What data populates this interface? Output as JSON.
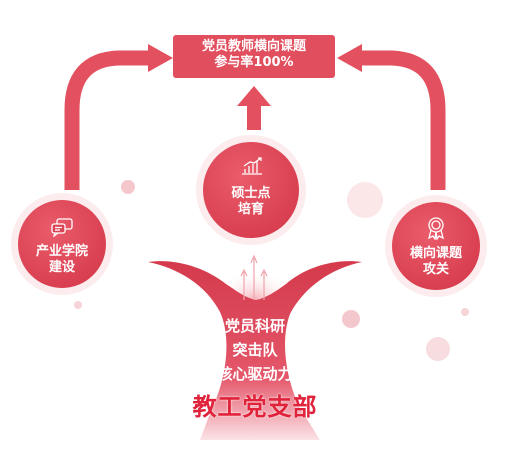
{
  "top": {
    "line1": "党员教师横向课题",
    "line2": "参与率100%"
  },
  "nodes": {
    "left": {
      "line1": "产业学院",
      "line2": "建设",
      "icon": "chat-bubbles-icon"
    },
    "center": {
      "line1": "硕士点",
      "line2": "培育",
      "icon": "bar-chart-growth-icon"
    },
    "right": {
      "line1": "横向课题",
      "line2": "攻关",
      "icon": "award-medal-icon"
    }
  },
  "tree": {
    "line1": "党员科研",
    "line2": "突击队",
    "line3": "核心驱动力",
    "base": "教工党支部"
  },
  "colors": {
    "primary": "#dd4656",
    "arrow": "#e3505f",
    "base_text": "#e0233a",
    "light_dot": "#f6d3d7"
  }
}
